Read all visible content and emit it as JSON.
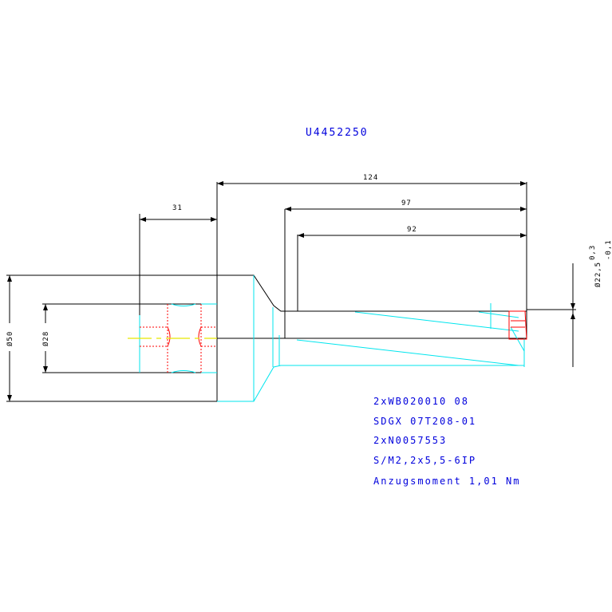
{
  "drawing": {
    "part_number": "U4452250",
    "dimensions": {
      "length_124": "124",
      "length_97": "97",
      "length_92": "92",
      "length_31": "31",
      "diameter_50": "Ø50",
      "diameter_28": "Ø28",
      "diameter_22_5": "Ø22,5",
      "tol_upper": "0,3",
      "tol_lower": "-0,1"
    },
    "notes": [
      "2xWB020010 08",
      "SDGX 07T208-01",
      "2xN0057553",
      "S/M2,2x5,5-6IP",
      "Anzugsmoment 1,01 Nm"
    ],
    "colors": {
      "text": "#0000dd",
      "outline": "#000000",
      "hidden": "#00e5ee",
      "insert": "#ff0000",
      "centerline": "#e6e600"
    }
  }
}
